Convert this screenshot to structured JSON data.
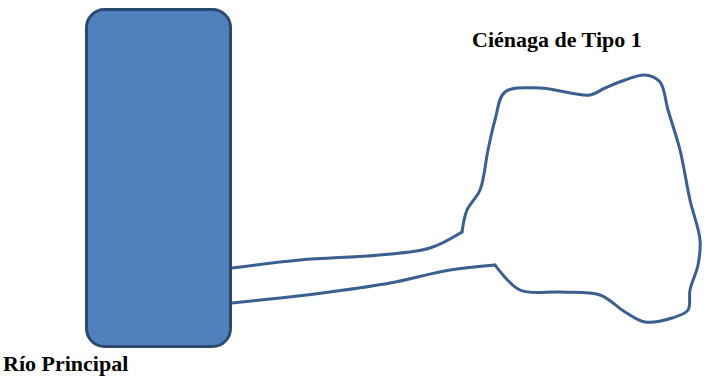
{
  "diagram": {
    "nodes": [
      {
        "text": [
          "Río Principal"
        ]
      },
      {
        "text": [
          "Ciénaga de Tipo 1"
        ]
      }
    ],
    "edges": [
      {
        "from": 0,
        "to": 1,
        "arrow": "none"
      }
    ]
  }
}
